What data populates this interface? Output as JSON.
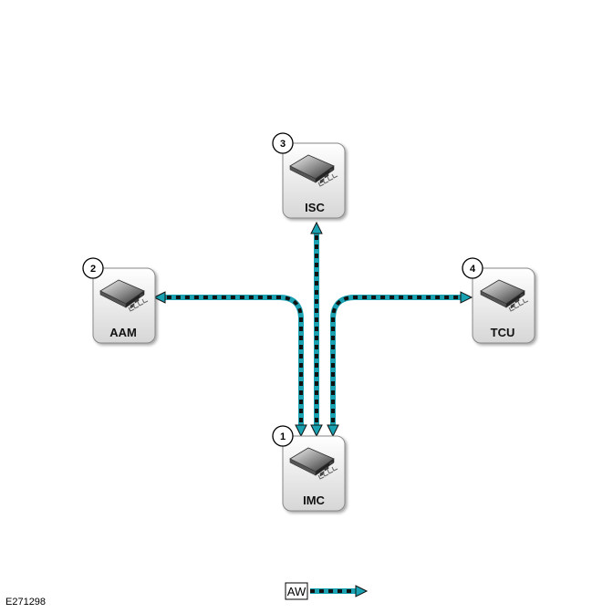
{
  "modules": {
    "imc": {
      "number": "1",
      "label": "IMC"
    },
    "aam": {
      "number": "2",
      "label": "AAM"
    },
    "isc": {
      "number": "3",
      "label": "ISC"
    },
    "tcu": {
      "number": "4",
      "label": "TCU"
    }
  },
  "legend": {
    "label": "AW"
  },
  "figure_id": "E271298",
  "colors": {
    "wire_primary": "#1aa2b2",
    "wire_secondary": "#111111",
    "module_border": "#888888"
  },
  "icons": {
    "module": "ecu-chip-icon"
  }
}
